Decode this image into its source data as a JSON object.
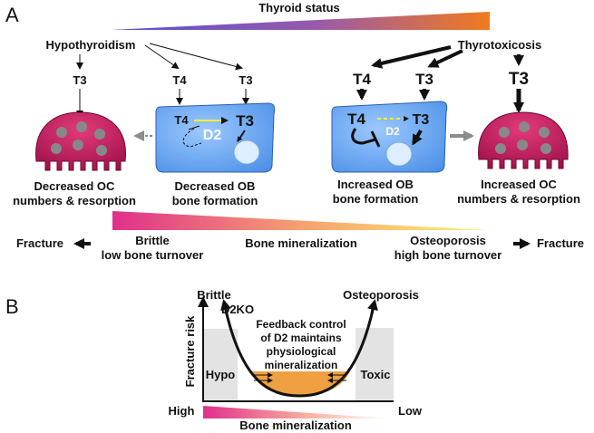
{
  "panel_a": {
    "letter": "A",
    "thyroid_status": "Thyroid status",
    "hypothyroidism": "Hypothyroidism",
    "thyrotoxicosis": "Thyrotoxicosis",
    "hypo_t3": "T3",
    "hypo_t4": "T4",
    "hypo_t3_b": "T3",
    "toxic_t4": "T4",
    "toxic_t3": "T3",
    "toxic_t3_b": "T3",
    "cell_left_t4": "T4",
    "cell_left_t3": "T3",
    "cell_left_d2": "D2",
    "cell_right_t4": "T4",
    "cell_right_t3": "T3",
    "cell_right_d2": "D2",
    "dec_oc_line1": "Decreased OC",
    "dec_oc_line2": "numbers & resorption",
    "dec_ob_line1": "Decreased OB",
    "dec_ob_line2": "bone formation",
    "inc_ob_line1": "Increased OB",
    "inc_ob_line2": "bone formation",
    "inc_oc_line1": "Increased OC",
    "inc_oc_line2": "numbers & resorption",
    "fracture_left": "Fracture",
    "brittle_line1": "Brittle",
    "brittle_line2": "low bone turnover",
    "bone_mineralization": "Bone mineralization",
    "osteo_line1": "Osteoporosis",
    "osteo_line2": "high bone turnover",
    "fracture_right": "Fracture"
  },
  "panel_b": {
    "letter": "B",
    "brittle": "Brittle",
    "d2ko": "D2KO",
    "osteoporosis": "Osteoporosis",
    "feedback_line1": "Feedback control",
    "feedback_line2": "of D2 maintains",
    "feedback_line3": "physiological",
    "feedback_line4": "mineralization",
    "y_axis": "Fracture risk",
    "hypo": "Hypo",
    "toxic": "Toxic",
    "high": "High",
    "low": "Low",
    "x_axis": "Bone mineralization"
  },
  "colors": {
    "cell_blue": "#6aa8ee",
    "osteoclast_magenta": "#c2185b",
    "optimum_orange": "#f0a040",
    "arrow_grey": "#8c8c8c",
    "shade_grey": "#e3e3e3"
  }
}
